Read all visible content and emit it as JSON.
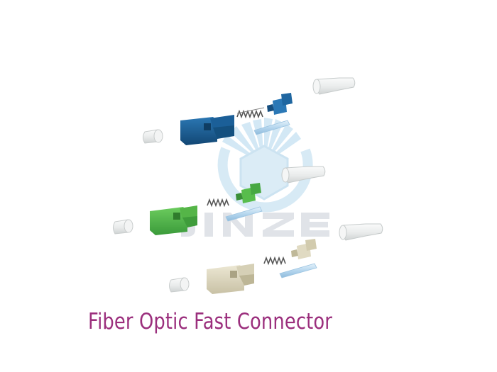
{
  "caption": "Fiber Optic Fast Connector",
  "watermark": {
    "text": "JINZE",
    "colors": {
      "sky": "#cfe6f5",
      "ring": "#d3e8f4",
      "text": "#dde1e6"
    }
  },
  "colors": {
    "caption": "#9b2f7d",
    "blue_body": "#1a5c92",
    "green_body": "#4fb94a",
    "beige_body": "#dcd6bf",
    "boot": "#eceeee",
    "ferrule": "#b9d9ef",
    "spring": "#5a5a5a"
  },
  "connector_sets": [
    {
      "name": "blue-connector-set",
      "color": "blue"
    },
    {
      "name": "green-connector-set",
      "color": "green"
    },
    {
      "name": "beige-connector-set",
      "color": "beige"
    }
  ]
}
